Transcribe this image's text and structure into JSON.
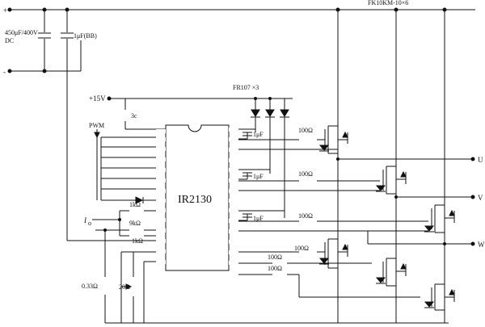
{
  "labels": {
    "plus": "+",
    "minus": "-",
    "cap_bulk": "450μF/400V",
    "dc": "DC",
    "cap_bb": "1μF(BB)",
    "module": "FK10KM-10×6",
    "v15": "+15V",
    "diodes": "FR107 ×3",
    "r3c": "3c",
    "pwm": "PWM",
    "ic": "IR2130",
    "cap1": "1μF",
    "cap2": "1μF",
    "cap3": "1μF",
    "r_g1": "100Ω",
    "r_g2": "100Ω",
    "r_g3": "100Ω",
    "r_g4": "100Ω",
    "r_g5": "100Ω",
    "r_g6": "100Ω",
    "r1k_a": "1kΩ",
    "r9k": "9kΩ",
    "r1k_b": "1kΩ",
    "io": "I",
    "io_sub": "o",
    "rshunt": "0.33Ω",
    "rpot": "20Ω",
    "out_u": "U",
    "out_v": "V",
    "out_w": "W"
  }
}
